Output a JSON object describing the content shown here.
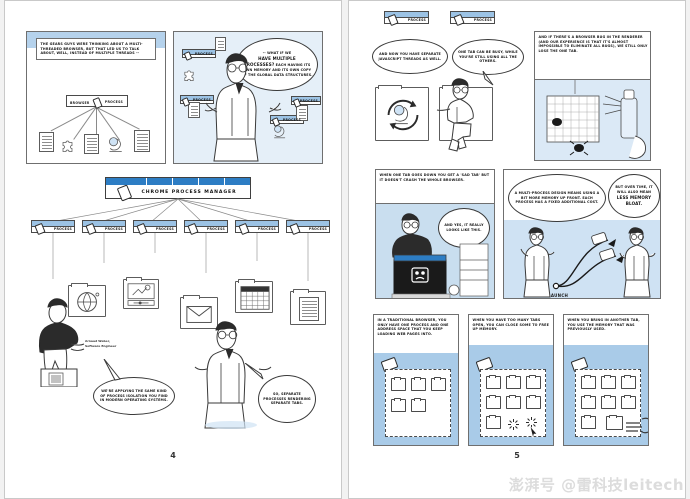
{
  "document": {
    "type": "comic-spread",
    "watermark": "澎湃号 @雷科技leitech",
    "colors": {
      "panel_sky": "#b5d2ec",
      "chip_tab": "#9cc3e5",
      "banner_tab": "#2d7dc4",
      "ink": "#141414",
      "page_bg": "#ffffff"
    }
  },
  "left_page": {
    "page_number": "4",
    "panels": [
      {
        "id": "panel-gears",
        "caption": "THE GEARS GUYS WERE THINKING ABOUT A MULTI-THREADED BROWSER, BUT THAT LED US TO TALK ABOUT, WELL, INSTEAD OF MULTIPLE THREADS --",
        "diagram_label_left": "BROWSER",
        "diagram_label_right": "PROCESS"
      },
      {
        "id": "panel-multiple-processes",
        "bubble_lead": "-- WHAT IF WE",
        "bubble_emph_1": "HAVE MULTIPLE",
        "bubble_emph_2": "PROCESSES?",
        "bubble_rest": "EACH HAVING ITS OWN MEMORY AND ITS OWN COPY OF THE GLOBAL DATA STRUCTURES.",
        "chips": [
          "PROCESS",
          "PROCESS",
          "PROCESS",
          "PROCESS"
        ]
      }
    ],
    "banner": {
      "label": "CHROME PROCESS MANAGER"
    },
    "process_row": [
      "PROCESS",
      "PROCESS",
      "PROCESS",
      "PROCESS",
      "PROCESS",
      "PROCESS"
    ],
    "credit": {
      "name": "Arnaud Weber,",
      "title": "Software Engineer"
    },
    "bubbles": [
      {
        "id": "bubble-process-isolation",
        "text": "WE'RE APPLYING THE SAME KIND OF PROCESS ISOLATION YOU FIND IN MODERN OPERATING SYSTEMS."
      },
      {
        "id": "bubble-separate-processes",
        "text": "SO, SEPARATE PROCESSES RENDERING SEPARATE TABS."
      }
    ]
  },
  "right_page": {
    "page_number": "5",
    "top_chips": [
      "PROCESS",
      "PROCESS"
    ],
    "row_1": [
      {
        "id": "bubble-js-threads",
        "text": "AND NOW YOU HAVE SEPARATE JAVASCRIPT THREADS AS WELL."
      },
      {
        "id": "bubble-one-tab-busy",
        "text": "ONE TAB CAN BE BUSY, WHILE YOU'RE STILL USING ALL THE OTHERS."
      },
      {
        "id": "caption-renderer-bug",
        "text": "AND IF THERE'S A BROWSER BUG IN THE RENDERER (AND OUR EXPERIENCE IS THAT IT'S ALMOST IMPOSSIBLE TO ELIMINATE ALL BUGS), WE STILL ONLY LOSE THE ONE TAB."
      }
    ],
    "row_2": [
      {
        "id": "caption-sad-tab",
        "text": "WHEN ONE TAB GOES DOWN YOU GET A 'SAD TAB' BUT IT DOESN'T CRASH THE WHOLE BROWSER."
      },
      {
        "id": "bubble-looks-like-this",
        "text": "AND YES, IT REALLY LOOKS LIKE THIS."
      },
      {
        "id": "bubble-multiprocess-cost",
        "text": "A MULTI-PROCESS DESIGN MEANS USING A BIT MORE MEMORY UP FRONT. EACH PROCESS HAS A FIXED ADDITIONAL COST."
      },
      {
        "id": "bubble-less-memory-bloat",
        "text_lead": "BUT OVER TIME, IT WILL ALSO MEAN",
        "text_emph": "LESS MEMORY BLOAT."
      }
    ],
    "launch_label": "LAUNCH",
    "row_3": [
      {
        "id": "panel-traditional-browser",
        "caption": "IN A TRADITIONAL BROWSER, YOU ONLY HAVE ONE PROCESS AND ONE ADDRESS SPACE THAT YOU KEEP LOADING WEB PAGES INTO."
      },
      {
        "id": "panel-close-tabs",
        "caption": "WHEN YOU HAVE TOO MANY TABS OPEN, YOU CAN CLOSE SOME TO FREE UP MEMORY."
      },
      {
        "id": "panel-reuse-memory",
        "caption": "WHEN YOU BRING IN ANOTHER TAB, YOU USE THE MEMORY THAT WAS PREVIOUSLY USED."
      }
    ]
  }
}
